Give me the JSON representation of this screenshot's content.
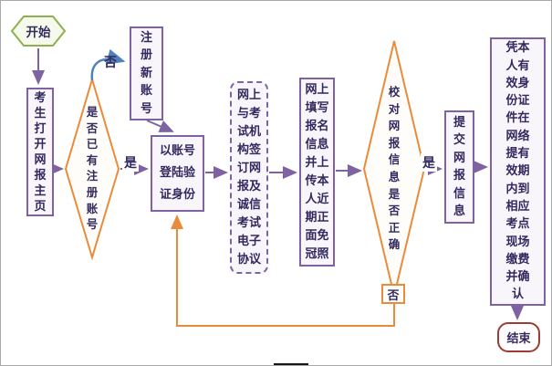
{
  "title": "考研网上报名流程图",
  "colors": {
    "purple": "#7E62A1",
    "orange": "#E98B3A",
    "green": "#8FB04E",
    "blue": "#4F81BD",
    "red": "#9E3B33",
    "text": "#322A5E",
    "box_fill": "#F8F5FB"
  },
  "nodes": {
    "start": {
      "label": "开始",
      "shape": "hexagon"
    },
    "open_homepage": {
      "label": "考生打开网报主页",
      "shape": "rect"
    },
    "has_account": {
      "label": "是否已有注册账号",
      "shape": "diamond"
    },
    "register": {
      "label": "注册新账号",
      "shape": "rect"
    },
    "login": {
      "label": "以账号登陆验证身份",
      "shape": "rect"
    },
    "agreement": {
      "label": "网上与考试机构签订网报及诚信考试电子协议",
      "shape": "dashed-rect"
    },
    "fill_info": {
      "label": "网上填写报名信息并上传本人近期正面免冠照",
      "shape": "rect"
    },
    "verify": {
      "label": "校对网报信息是否正确",
      "shape": "diamond"
    },
    "submit": {
      "label": "提交网报信息",
      "shape": "rect"
    },
    "confirm": {
      "label": "凭本人有效身份证件在网络提有效期内到相应考点现场缴费并确认",
      "shape": "rect"
    },
    "end": {
      "label": "结束",
      "shape": "rounded-rect"
    }
  },
  "labels": {
    "no_top": "否",
    "yes_left": "是",
    "yes_right": "是",
    "no_bottom": "否"
  }
}
